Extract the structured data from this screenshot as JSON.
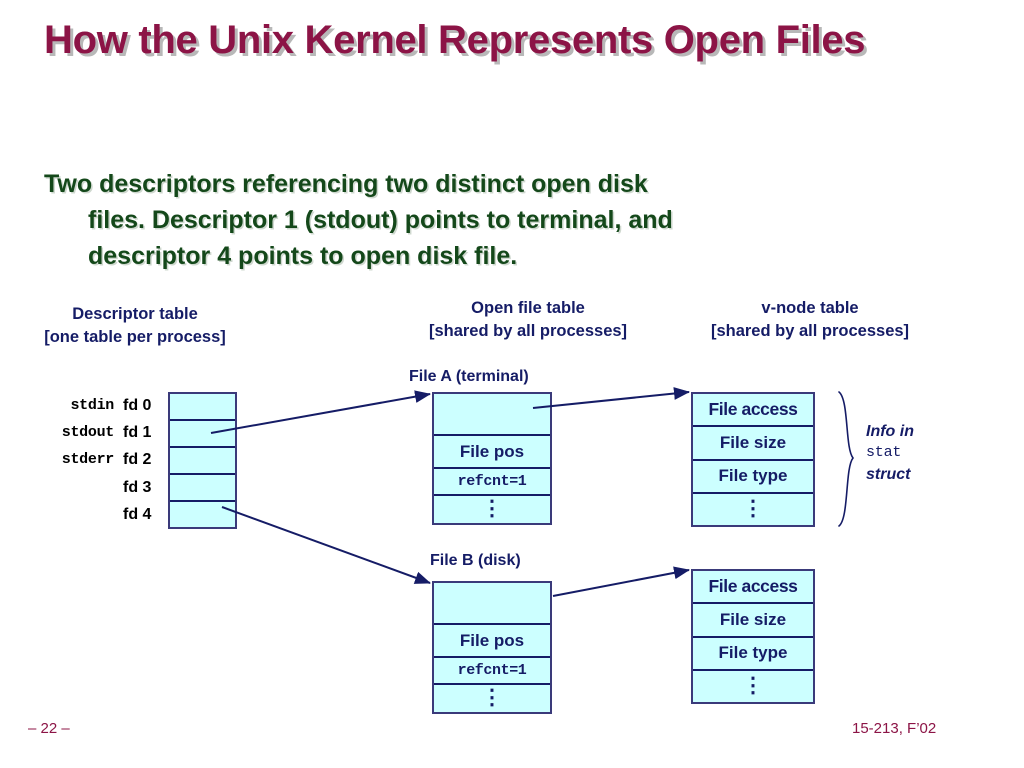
{
  "slide": {
    "title": "How the Unix Kernel Represents Open Files",
    "bullet_line1": "Two descriptors referencing two distinct open disk",
    "bullet_line2": "files. Descriptor 1 (stdout) points to terminal, and",
    "bullet_line3": "descriptor 4 points to open disk file.",
    "footer_left": "– 22 –",
    "footer_right": "15-213, F’02"
  },
  "colors": {
    "title": "#8C1446",
    "title_shadow": "#B8B8B8",
    "bullet": "#14481A",
    "diagram_text": "#151C66",
    "cell_fill": "#CCFFFF",
    "cell_border": "#151C66",
    "box_border": "#3A3A7A",
    "arrow": "#151C66",
    "footer": "#8C1446"
  },
  "headings": {
    "descriptor_table": "Descriptor table\n[one table per process]",
    "descriptor_table_line1": "Descriptor table",
    "descriptor_table_line2": "[one table per process]",
    "open_file_table_line1": "Open file table",
    "open_file_table_line2": "[shared by all processes]",
    "vnode_table_line1": "v-node table",
    "vnode_table_line2": "[shared by all processes]"
  },
  "descriptor_table": {
    "rows": [
      {
        "std": "stdin",
        "fd": "fd 0"
      },
      {
        "std": "stdout",
        "fd": "fd 1"
      },
      {
        "std": "stderr",
        "fd": "fd 2"
      },
      {
        "std": "",
        "fd": "fd 3"
      },
      {
        "std": "",
        "fd": "fd 4"
      }
    ]
  },
  "open_files": [
    {
      "caption": "File A (terminal)",
      "cells": [
        "",
        "File pos",
        "refcnt=1",
        "⋮"
      ]
    },
    {
      "caption": "File B (disk)",
      "cells": [
        "",
        "File pos",
        "refcnt=1",
        "⋮"
      ]
    }
  ],
  "vnodes": [
    {
      "cells": [
        "File access",
        "File size",
        "File type",
        "⋮"
      ]
    },
    {
      "cells": [
        "File access",
        "File size",
        "File type",
        "⋮"
      ]
    }
  ],
  "info_note": {
    "line1": "Info in",
    "line2": "stat",
    "line3": "struct"
  },
  "chart_data": {
    "type": "diagram",
    "title": "How the Unix Kernel Represents Open Files",
    "description": "Three-column kernel data structure diagram: descriptor table per process, open file table shared by all processes, v-node table shared by all processes.",
    "arrows": [
      {
        "from": "fd 1",
        "to": "File A (terminal)"
      },
      {
        "from": "fd 4",
        "to": "File B (disk)"
      },
      {
        "from": "File A (terminal)",
        "to": "v-node A"
      },
      {
        "from": "File B (disk)",
        "to": "v-node B"
      }
    ]
  }
}
